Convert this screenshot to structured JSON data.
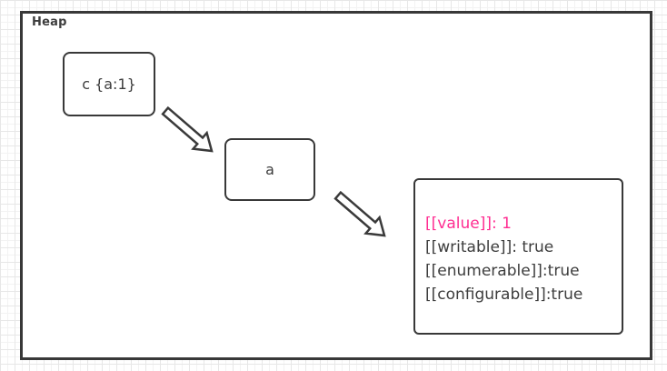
{
  "heap": {
    "label": "Heap",
    "nodes": [
      {
        "id": "c",
        "label": "c {a:1}"
      },
      {
        "id": "a",
        "label": "a"
      }
    ],
    "descriptor": {
      "lines": [
        {
          "text": "[[value]]: 1",
          "highlight": true
        },
        {
          "text": "[[writable]]: true",
          "highlight": false
        },
        {
          "text": "[[enumerable]]:true",
          "highlight": false
        },
        {
          "text": "[[configurable]]:true",
          "highlight": false
        }
      ]
    },
    "arrows": [
      {
        "name": "arrow-c-to-a",
        "direction": "down-right"
      },
      {
        "name": "arrow-a-to-descriptor",
        "direction": "down-right"
      }
    ]
  },
  "colors": {
    "highlight_text": "#ff2e92",
    "text": "#3d3d3d",
    "shape_border": "#383838",
    "grid_line": "#e7e7e7",
    "background": "#ffffff"
  }
}
